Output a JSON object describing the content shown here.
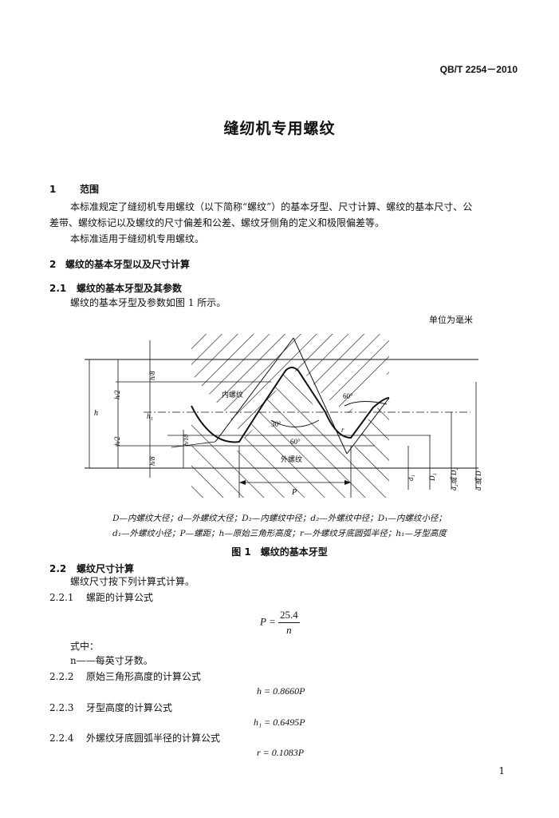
{
  "header": {
    "standard_no": "QB/T 2254－2010"
  },
  "title": "缝纫机专用螺纹",
  "sections": {
    "s1": {
      "num": "1",
      "title": "范围"
    },
    "s1_para1_line1": "本标准规定了缝纫机专用螺纹（以下简称“螺纹”）的基本牙型、尺寸计算、螺纹的基本尺寸、公",
    "s1_para1_line2": "差带、螺纹标记以及螺纹的尺寸偏差和公差、螺纹牙侧角的定义和极限偏差等。",
    "s1_para2": "本标准适用于缝纫机专用螺纹。",
    "s2": {
      "num": "2",
      "title": "螺纹的基本牙型以及尺寸计算"
    },
    "s21": {
      "num": "2.1",
      "title": "螺纹的基本牙型及其参数"
    },
    "s21_para": "螺纹的基本牙型及参数如图 1 所示。",
    "unit_note": "单位为毫米",
    "s22": {
      "num": "2.2",
      "title": "螺纹尺寸计算"
    },
    "s22_para": "螺纹尺寸按下列计算式计算。",
    "s221": {
      "num": "2.2.1",
      "title": "螺距的计算公式"
    },
    "s222": {
      "num": "2.2.2",
      "title": "原始三角形高度的计算公式"
    },
    "s223": {
      "num": "2.2.3",
      "title": "牙型高度的计算公式"
    },
    "s224": {
      "num": "2.2.4",
      "title": "外螺纹牙底圆弧半径的计算公式"
    }
  },
  "figure": {
    "labels": {
      "internal": "内螺纹",
      "external": "外螺纹",
      "angle60_top": "60°",
      "angle30": "30°",
      "angle60_mid": "60°",
      "P": "P",
      "H": "h",
      "H8_top": "h/8",
      "H2_top": "h/2",
      "H2_bot": "h/2",
      "H8_bot": "h/8",
      "h1": "h₁",
      "H10": "h/10",
      "r": "r",
      "d1": "d₁",
      "D1": "D₁",
      "d2": "d₂或 D₂",
      "d": "d 或 D"
    },
    "caption_line1": "D—内螺纹大径；d—外螺纹大径；D₂—内螺纹中径；d₂—外螺纹中径；D₁—内螺纹小径；",
    "caption_line2": "d₁—外螺纹小径；P—螺距；h—原始三角形高度；r—外螺纹牙底圆弧半径；h₁—牙型高度",
    "title": "图 1　螺纹的基本牙型"
  },
  "formulas": {
    "f1_lhs": "P =",
    "f1_num": "25.4",
    "f1_den": "n",
    "where": "式中：",
    "where_item": "n——每英寸牙数。",
    "f2": "h = 0.8660P",
    "f3": "h₁ = 0.6495P",
    "f4": "r = 0.1083P"
  },
  "footer": {
    "page": "1"
  }
}
